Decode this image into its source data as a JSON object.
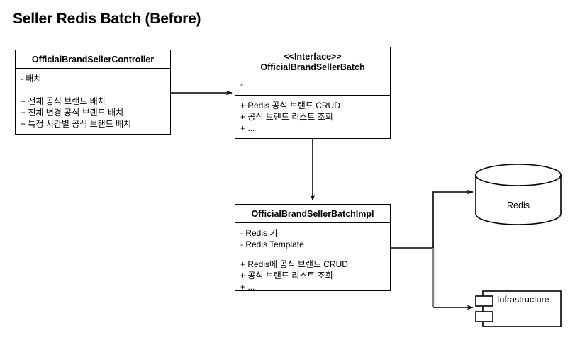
{
  "title": "Seller Redis Batch (Before)",
  "colors": {
    "stroke": "#000000",
    "soft_stroke": "#808080",
    "background": "#ffffff",
    "text": "#000000"
  },
  "classes": [
    {
      "id": "controller",
      "name": "OfficialBrandSellerController",
      "stereotype": "",
      "attributes": [
        "- 배치"
      ],
      "methods": [
        "+ 전체 공식 브랜드 배치",
        "+ 전체 변경 공식 브랜드 배치",
        "+ 특정 시간별 공식 브랜드 배치"
      ]
    },
    {
      "id": "interface",
      "name": "OfficialBrandSellerBatch",
      "stereotype": "<<Interface>>",
      "attributes": [
        "-"
      ],
      "methods": [
        "+ Redis 공식 브랜드 CRUD",
        "+ 공식 브랜드 리스트 조회",
        "+ ..."
      ]
    },
    {
      "id": "impl",
      "name": "OfficialBrandSellerBatchImpl",
      "stereotype": "",
      "attributes": [
        "- Redis 키",
        "- Redis Template"
      ],
      "methods": [
        "+ Redis에 공식 브랜드 CRUD",
        "+ 공식 브랜드 리스트 조회",
        "+ ..."
      ]
    }
  ],
  "nodes": {
    "datastore": {
      "label": "Redis",
      "shape": "cylinder"
    },
    "component": {
      "label": "Infrastructure",
      "shape": "component"
    }
  },
  "connectors": [
    {
      "id": "controller-to-interface",
      "from": "controller",
      "to": "interface",
      "style": "solid-arrow"
    },
    {
      "id": "interface-to-impl",
      "from": "interface",
      "to": "impl",
      "style": "solid-arrow"
    },
    {
      "id": "impl-to-redis",
      "from": "impl",
      "to": "datastore",
      "style": "solid-arrow"
    },
    {
      "id": "impl-to-infrastructure",
      "from": "impl",
      "to": "component",
      "style": "solid-arrow"
    }
  ]
}
